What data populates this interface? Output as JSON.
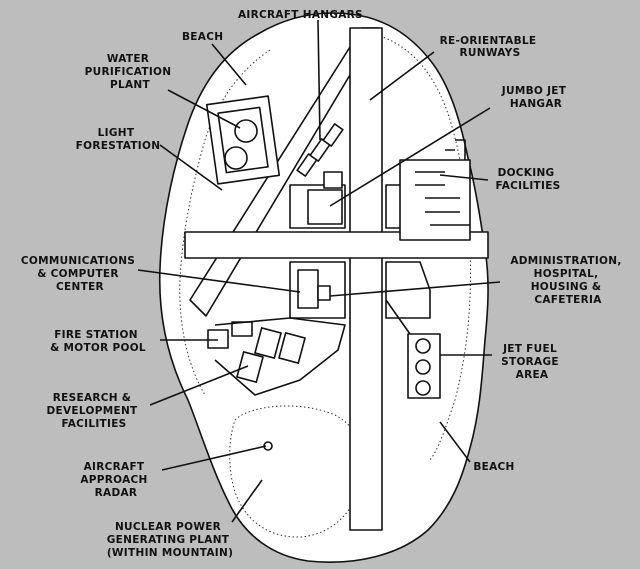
{
  "colors": {
    "background": "#bdbdbd",
    "island": "#ffffff",
    "ink": "#111111"
  },
  "labels": {
    "aircraft_hangars": [
      "AIRCRAFT HANGARS"
    ],
    "beach_top": [
      "BEACH"
    ],
    "reorientable_runways": [
      "RE-ORIENTABLE",
      "RUNWAYS"
    ],
    "water_purification": [
      "WATER",
      "PURIFICATION",
      "PLANT"
    ],
    "jumbo_jet_hangar": [
      "JUMBO JET",
      "HANGAR"
    ],
    "light_forestation": [
      "LIGHT",
      "FORESTATION"
    ],
    "docking_facilities": [
      "DOCKING",
      "FACILITIES"
    ],
    "communications": [
      "COMMUNICATIONS",
      "& COMPUTER",
      "CENTER"
    ],
    "administration": [
      "ADMINISTRATION,",
      "HOSPITAL,",
      "HOUSING &",
      "CAFETERIA"
    ],
    "fire_station": [
      "FIRE STATION",
      "& MOTOR POOL"
    ],
    "jet_fuel": [
      "JET FUEL",
      "STORAGE",
      "AREA"
    ],
    "research": [
      "RESEARCH &",
      "DEVELOPMENT",
      "FACILITIES"
    ],
    "beach_bottom": [
      "BEACH"
    ],
    "approach_radar": [
      "AIRCRAFT",
      "APPROACH",
      "RADAR"
    ],
    "nuclear_power": [
      "NUCLEAR POWER",
      "GENERATING PLANT",
      "(WITHIN MOUNTAIN)"
    ]
  }
}
